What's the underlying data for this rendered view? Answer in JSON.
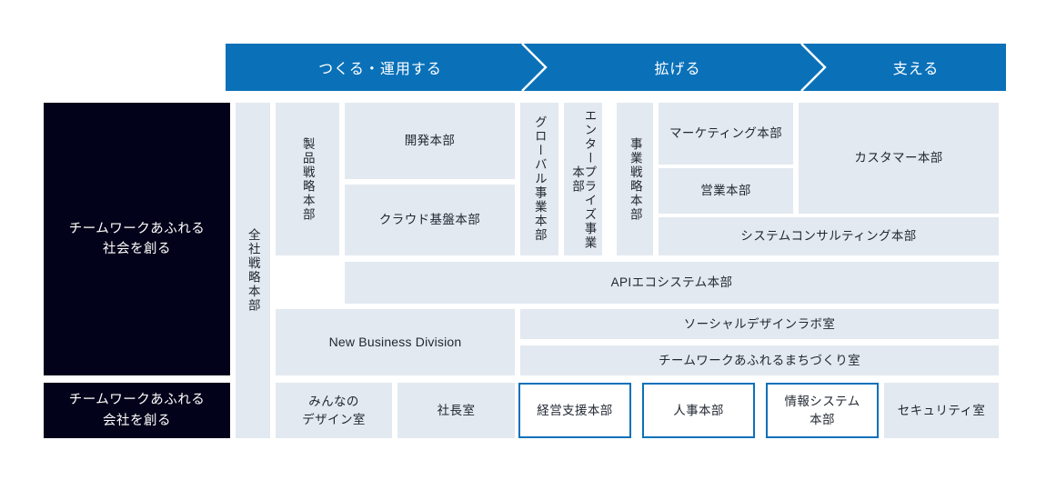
{
  "banner": {
    "segments": [
      {
        "label": "つくる・運用する"
      },
      {
        "label": "拡げる"
      },
      {
        "label": "支える"
      }
    ]
  },
  "vision": {
    "panels": [
      {
        "label": "チームワークあふれる\n社会を創る"
      },
      {
        "label": "チームワークあふれる\n会社を創る"
      }
    ]
  },
  "org": {
    "company_strategy": "全社戦略本部",
    "product_strategy": "製品戦略本部",
    "development": "開発本部",
    "cloud_platform": "クラウド基盤本部",
    "global_business": "グローバル事業本部",
    "enterprise_business": "エンタープライズ事業本部",
    "business_strategy": "事業戦略本部",
    "marketing": "マーケティング本部",
    "sales": "営業本部",
    "customer": "カスタマー本部",
    "system_consulting": "システムコンサルティング本部",
    "api_ecosystem": "APIエコシステム本部",
    "new_business": "New Business Division",
    "social_design_lab": "ソーシャルデザインラボ室",
    "machizukuri": "チームワークあふれるまちづくり室",
    "minna_design": "みんなの\nデザイン室",
    "president_office": "社長室",
    "management_support": "経営支援本部",
    "human_resources": "人事本部",
    "information_system": "情報システム\n本部",
    "security": "セキュリティ室"
  },
  "colors": {
    "banner_blue": "#0a71b9",
    "box_fill": "#e3e9f1",
    "vision_navy": "#02021a",
    "outline_blue": "#0a71b9",
    "text_dark": "#1f2630"
  }
}
